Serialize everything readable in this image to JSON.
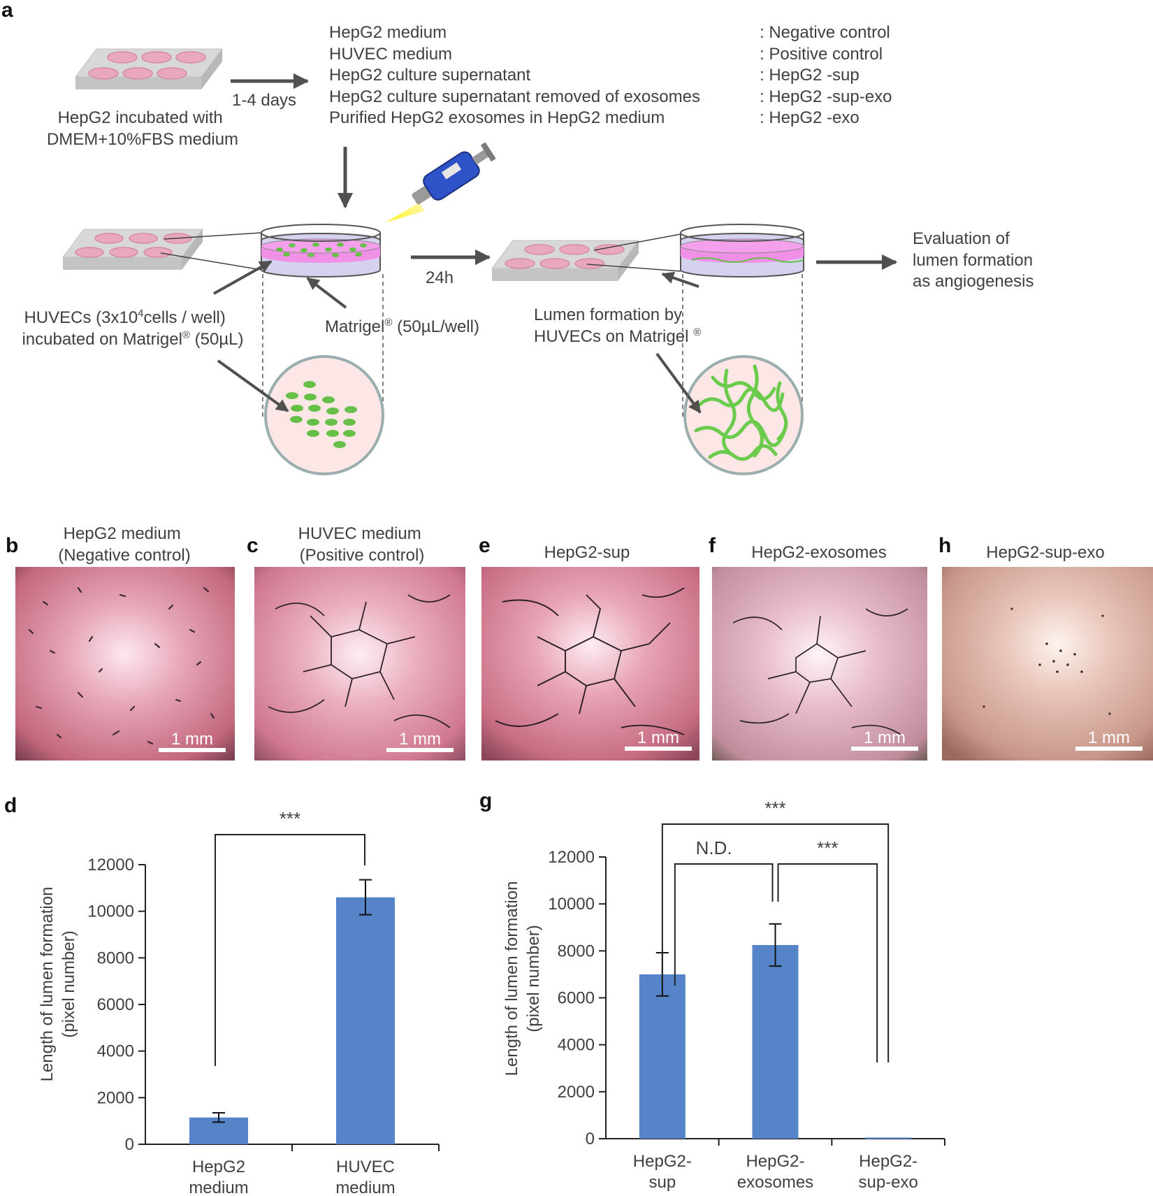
{
  "panel_a": {
    "letter": "a",
    "plate_caption": [
      "HepG2 incubated with",
      "DMEM+10%FBS medium"
    ],
    "days": "1-4 days",
    "media": [
      "HepG2 medium",
      "HUVEC medium",
      "HepG2 culture supernatant",
      "HepG2 culture supernatant removed of exosomes",
      "Purified HepG2 exosomes in HepG2 medium"
    ],
    "conditions": [
      ": Negative control",
      ": Positive control",
      ": HepG2 -sup",
      ": HepG2 -sup-exo",
      ": HepG2 -exo"
    ],
    "huvec_label": [
      "HUVECs (3x10",
      "4",
      "cells / well)",
      "incubated on Matrigel",
      "®",
      " (50µL)"
    ],
    "matrigel_label": [
      "Matrigel",
      "®",
      " (50µL/well)"
    ],
    "hours": "24h",
    "lumen_label": [
      "Lumen formation by",
      "HUVECs on Matrigel ",
      "®"
    ],
    "evaluation": [
      "Evaluation of",
      "lumen formation",
      "as angiogenesis"
    ],
    "colors": {
      "plate": "#d0d0d0",
      "well": "#e9a9c0",
      "medium": "#f090e6",
      "matrigel": "#d4d2ee",
      "cell": "#66c048",
      "inset": "#fde6e6",
      "pipette": "#2e52c8"
    }
  },
  "micrographs": [
    {
      "letter": "b",
      "title": [
        "HepG2 medium",
        "(Negative control)"
      ],
      "scale": "1 mm"
    },
    {
      "letter": "c",
      "title": [
        "HUVEC medium",
        "(Positive control)"
      ],
      "scale": "1 mm"
    },
    {
      "letter": "e",
      "title": [
        "HepG2-sup"
      ],
      "scale": "1 mm"
    },
    {
      "letter": "f",
      "title": [
        "HepG2-exosomes"
      ],
      "scale": "1 mm"
    },
    {
      "letter": "h",
      "title": [
        "HepG2-sup-exo"
      ],
      "scale": "1 mm"
    }
  ],
  "chart_data": [
    {
      "panel": "d",
      "type": "bar",
      "categories": [
        [
          "HepG2",
          "medium"
        ],
        [
          "HUVEC",
          "medium"
        ]
      ],
      "values": [
        1150,
        10600
      ],
      "errors": [
        200,
        750
      ],
      "ylabel": [
        "Length of lumen formation",
        "(pixel number)"
      ],
      "ylim": [
        0,
        12000
      ],
      "yticks": [
        0,
        2000,
        4000,
        6000,
        8000,
        10000,
        12000
      ],
      "bar_color": "#5585c8",
      "significance": [
        {
          "from": 0,
          "to": 1,
          "label": "***"
        }
      ]
    },
    {
      "panel": "g",
      "type": "bar",
      "categories": [
        [
          "HepG2-",
          "sup"
        ],
        [
          "HepG2-",
          "exosomes"
        ],
        [
          "HepG2-",
          "sup-exo"
        ]
      ],
      "values": [
        7000,
        8250,
        50
      ],
      "errors": [
        920,
        900,
        0
      ],
      "ylabel": [
        "Length of lumen formation",
        "(pixel number)"
      ],
      "ylim": [
        0,
        12000
      ],
      "yticks": [
        0,
        2000,
        4000,
        6000,
        8000,
        10000,
        12000
      ],
      "bar_color": "#5585c8",
      "significance": [
        {
          "from": 0,
          "to": 1,
          "label": "N.D."
        },
        {
          "from": 1,
          "to": 2,
          "label": "***"
        },
        {
          "from": 0,
          "to": 2,
          "label": "***"
        }
      ]
    }
  ]
}
